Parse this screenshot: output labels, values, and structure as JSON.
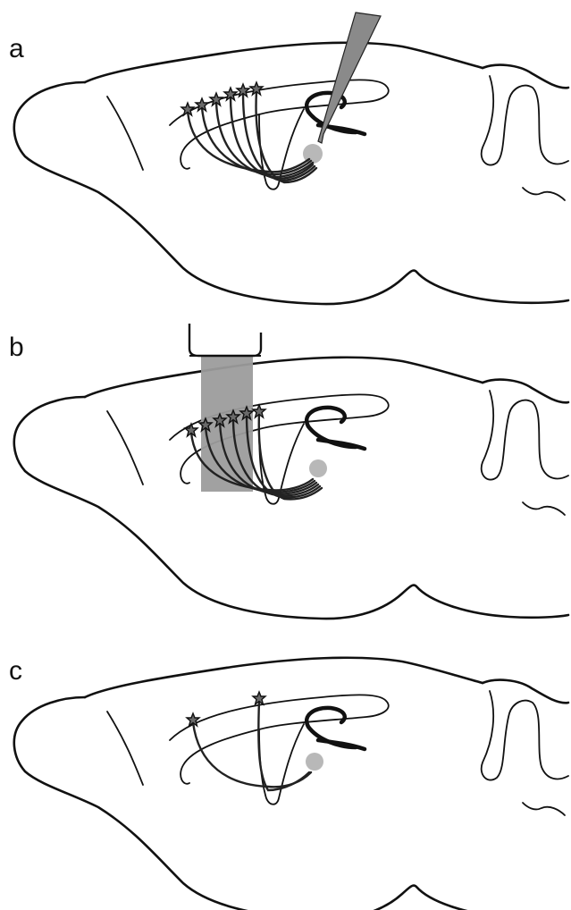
{
  "panels": [
    {
      "label": "a",
      "neurons": 6,
      "instrument": "pipette"
    },
    {
      "label": "b",
      "neurons": 6,
      "instrument": "light-beam"
    },
    {
      "label": "c",
      "neurons": 2,
      "instrument": "none"
    }
  ],
  "colors": {
    "ink": "#111111",
    "pipette": "#8a8a8a",
    "beam": "#9c9c9c",
    "stipple": "#b8b8b8"
  }
}
